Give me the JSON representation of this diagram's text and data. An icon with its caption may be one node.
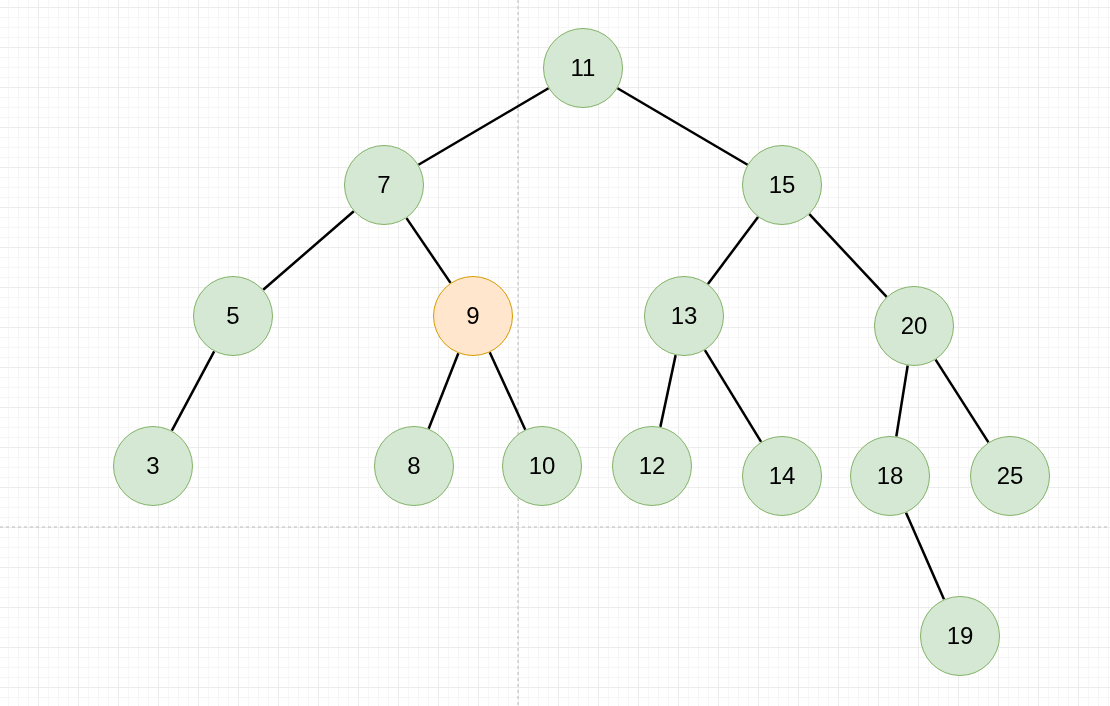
{
  "diagram": {
    "nodes": [
      {
        "text": [
          "11"
        ]
      },
      {
        "text": [
          "7"
        ]
      },
      {
        "text": [
          "15"
        ]
      },
      {
        "text": [
          "5"
        ]
      },
      {
        "text": [
          "9"
        ]
      },
      {
        "text": [
          "13"
        ]
      },
      {
        "text": [
          "20"
        ]
      },
      {
        "text": [
          "3"
        ]
      },
      {
        "text": [
          "8"
        ]
      },
      {
        "text": [
          "10"
        ]
      },
      {
        "text": [
          "12"
        ]
      },
      {
        "text": [
          "14"
        ]
      },
      {
        "text": [
          "18"
        ]
      },
      {
        "text": [
          "25"
        ]
      },
      {
        "text": [
          "19"
        ]
      }
    ],
    "edges": [
      {
        "from": 0,
        "to": 1,
        "arrow": "none"
      },
      {
        "from": 0,
        "to": 2,
        "arrow": "none"
      },
      {
        "from": 1,
        "to": 3,
        "arrow": "none"
      },
      {
        "from": 1,
        "to": 4,
        "arrow": "none"
      },
      {
        "from": 2,
        "to": 5,
        "arrow": "none"
      },
      {
        "from": 2,
        "to": 6,
        "arrow": "none"
      },
      {
        "from": 3,
        "to": 7,
        "arrow": "none"
      },
      {
        "from": 4,
        "to": 8,
        "arrow": "none"
      },
      {
        "from": 4,
        "to": 9,
        "arrow": "none"
      },
      {
        "from": 5,
        "to": 10,
        "arrow": "none"
      },
      {
        "from": 5,
        "to": 11,
        "arrow": "none"
      },
      {
        "from": 6,
        "to": 12,
        "arrow": "none"
      },
      {
        "from": 6,
        "to": 13,
        "arrow": "none"
      },
      {
        "from": 12,
        "to": 14,
        "arrow": "none"
      }
    ]
  }
}
